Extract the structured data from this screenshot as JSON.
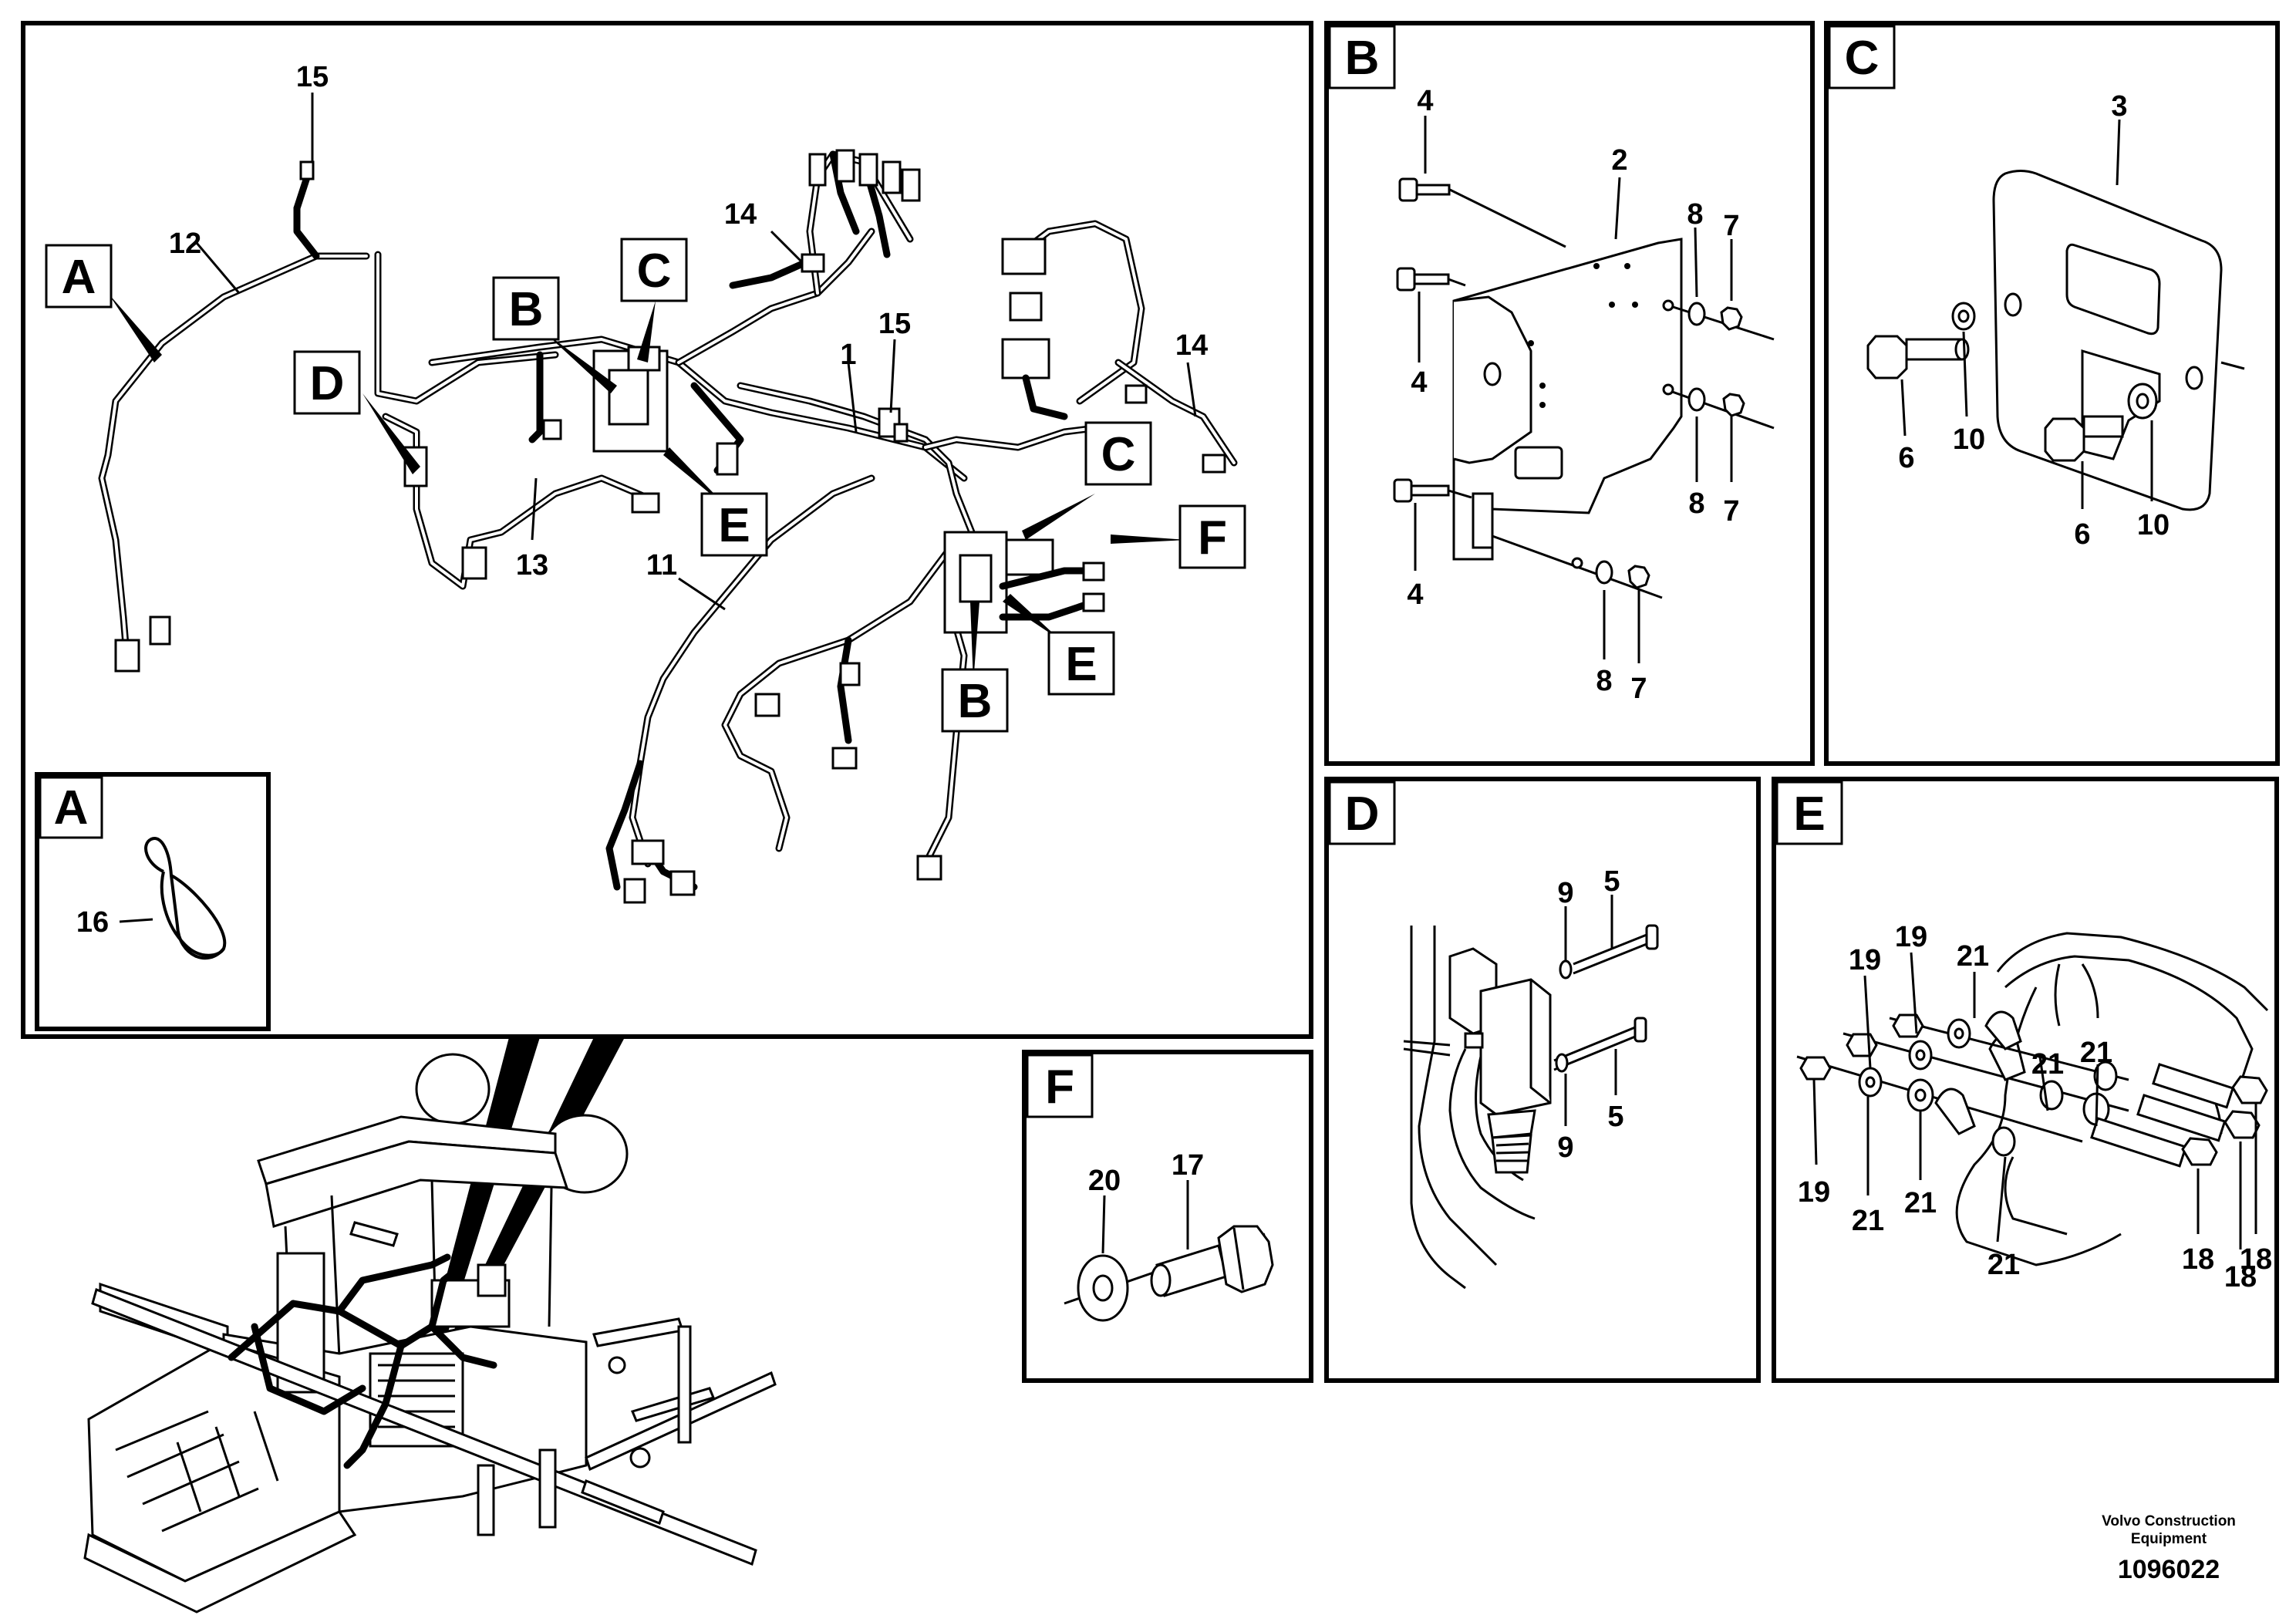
{
  "diagram": {
    "credit_line1": "Volvo Construction",
    "credit_line2": "Equipment",
    "doc_number": "1096022"
  },
  "panels": {
    "A": {
      "label": "A"
    },
    "B": {
      "label": "B"
    },
    "C": {
      "label": "C"
    },
    "D": {
      "label": "D"
    },
    "E": {
      "label": "E"
    },
    "F": {
      "label": "F"
    }
  },
  "main_refs": {
    "A": "A",
    "B1": "B",
    "B2": "B",
    "C1": "C",
    "C2": "C",
    "D": "D",
    "E1": "E",
    "E2": "E",
    "F": "F"
  },
  "callouts": {
    "c1": "1",
    "c2": "2",
    "c3": "3",
    "c4": "4",
    "c5": "5",
    "c6": "6",
    "c7": "7",
    "c8": "8",
    "c9": "9",
    "c10": "10",
    "c11": "11",
    "c12": "12",
    "c13": "13",
    "c14": "14",
    "c15": "15",
    "c16": "16",
    "c17": "17",
    "c18": "18",
    "c19": "19",
    "c20": "20",
    "c21": "21"
  }
}
